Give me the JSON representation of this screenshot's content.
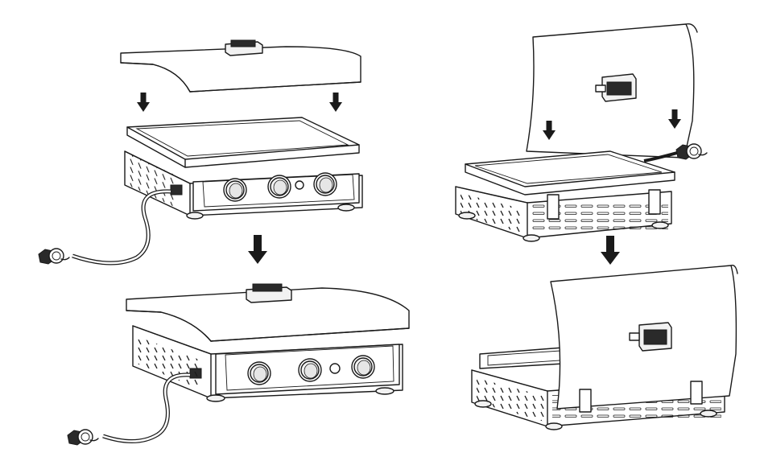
{
  "diagram": {
    "steps": [
      {
        "id": "top-left",
        "state": "lid above griddle on grill, hose connected"
      },
      {
        "id": "bottom-left",
        "state": "lid closed on griddle"
      },
      {
        "id": "top-right",
        "state": "upright lid lowered into rear clips"
      },
      {
        "id": "bottom-right",
        "state": "lid standing upright as wind guard"
      }
    ],
    "arrows": [
      "down",
      "down",
      "down",
      "down",
      "down",
      "down"
    ],
    "icons": [
      "arrow-down-icon",
      "gas-regulator-icon",
      "control-knob-icon",
      "lid-handle-icon"
    ],
    "colors": {
      "line": "#1a1a1a",
      "fill": "#ffffff",
      "shade": "#f2f2f2",
      "dark": "#2a2a2a"
    }
  }
}
